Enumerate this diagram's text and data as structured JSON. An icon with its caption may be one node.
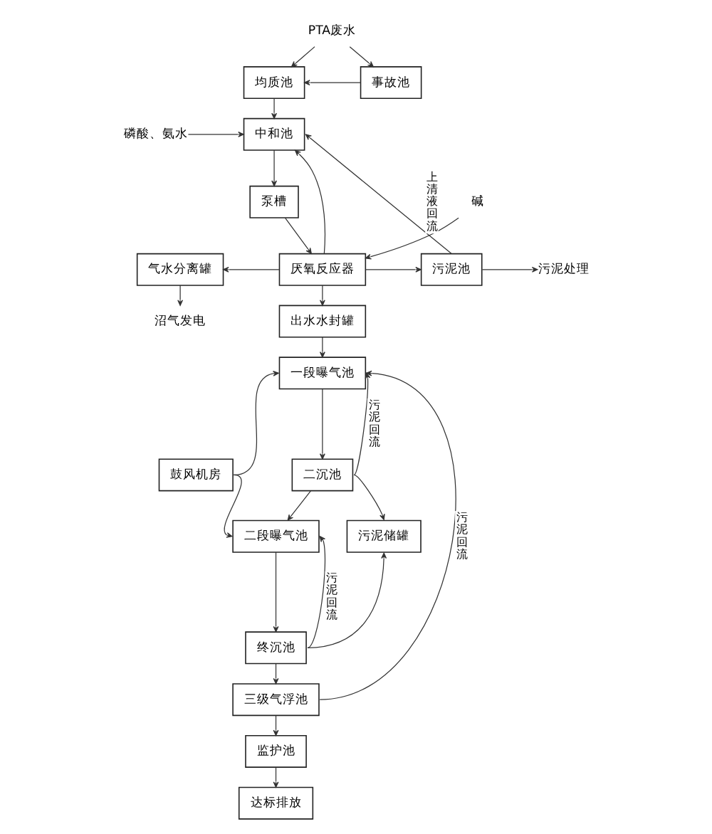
{
  "diagram": {
    "nodes": [
      {
        "text": [
          "PTA废水"
        ]
      },
      {
        "text": [
          "均质池"
        ]
      },
      {
        "text": [
          "事故池"
        ]
      },
      {
        "text": [
          "磷酸、氨水"
        ]
      },
      {
        "text": [
          "中和池"
        ]
      },
      {
        "text": [
          "泵槽"
        ]
      },
      {
        "text": [
          "碱"
        ]
      },
      {
        "text": [
          "气水分离罐"
        ]
      },
      {
        "text": [
          "厌氧反应器"
        ]
      },
      {
        "text": [
          "污泥池"
        ]
      },
      {
        "text": [
          "污泥处理"
        ]
      },
      {
        "text": [
          "沼气发电"
        ]
      },
      {
        "text": [
          "出水水封罐"
        ]
      },
      {
        "text": [
          "鼓风机房"
        ]
      },
      {
        "text": [
          "一段曝气池"
        ]
      },
      {
        "text": [
          "二沉池"
        ]
      },
      {
        "text": [
          "二段曝气池"
        ]
      },
      {
        "text": [
          "污泥储罐"
        ]
      },
      {
        "text": [
          "终沉池"
        ]
      },
      {
        "text": [
          "三级气浮池"
        ]
      },
      {
        "text": [
          "监护池"
        ]
      },
      {
        "text": [
          "达标排放"
        ]
      }
    ],
    "edges": [
      {
        "from": 0,
        "to": 1,
        "arrow": "to"
      },
      {
        "from": 0,
        "to": 2,
        "arrow": "to"
      },
      {
        "from": 2,
        "to": 1,
        "arrow": "to"
      },
      {
        "from": 1,
        "to": 4,
        "arrow": "to"
      },
      {
        "from": 3,
        "to": 4,
        "arrow": "to"
      },
      {
        "from": 9,
        "to": 4,
        "arrow": "to",
        "label": "上清液回流"
      },
      {
        "from": 8,
        "to": 4,
        "arrow": "to"
      },
      {
        "from": 4,
        "to": 5,
        "arrow": "to"
      },
      {
        "from": 5,
        "to": 8,
        "arrow": "to"
      },
      {
        "from": 6,
        "to": 8,
        "arrow": "to"
      },
      {
        "from": 8,
        "to": 7,
        "arrow": "to"
      },
      {
        "from": 8,
        "to": 9,
        "arrow": "to"
      },
      {
        "from": 9,
        "to": 10,
        "arrow": "to"
      },
      {
        "from": 7,
        "to": 11,
        "arrow": "to"
      },
      {
        "from": 8,
        "to": 12,
        "arrow": "to"
      },
      {
        "from": 12,
        "to": 14,
        "arrow": "to"
      },
      {
        "from": 13,
        "to": 14,
        "arrow": "to"
      },
      {
        "from": 13,
        "to": 16,
        "arrow": "to"
      },
      {
        "from": 14,
        "to": 15,
        "arrow": "to"
      },
      {
        "from": 15,
        "to": 14,
        "arrow": "to",
        "label": "污泥回流"
      },
      {
        "from": 15,
        "to": 16,
        "arrow": "to"
      },
      {
        "from": 15,
        "to": 17,
        "arrow": "to"
      },
      {
        "from": 16,
        "to": 18,
        "arrow": "to"
      },
      {
        "from": 18,
        "to": 16,
        "arrow": "to",
        "label": "污泥回流"
      },
      {
        "from": 18,
        "to": 17,
        "arrow": "to"
      },
      {
        "from": 18,
        "to": 19,
        "arrow": "to"
      },
      {
        "from": 19,
        "to": 14,
        "arrow": "to",
        "label": "污泥回流"
      },
      {
        "from": 19,
        "to": 20,
        "arrow": "to"
      },
      {
        "from": 20,
        "to": 21,
        "arrow": "to"
      }
    ]
  }
}
